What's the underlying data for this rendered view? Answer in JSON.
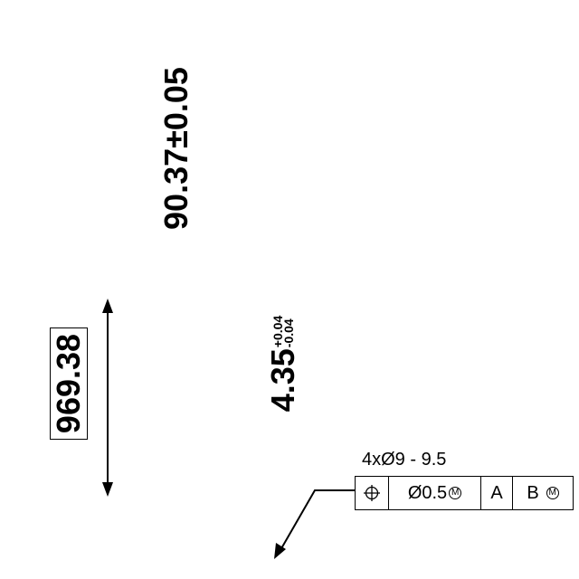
{
  "dimensions": {
    "main": "90.37±0.05",
    "boxed": "969.38",
    "tolerance": {
      "nominal": "4.35",
      "upper": "+0.04",
      "lower": "-0.04"
    }
  },
  "hole_note": "4xØ9 - 9.5",
  "feature_control_frame": {
    "symbol": "position-icon",
    "tolerance": "Ø0.5",
    "tolerance_modifier": "M",
    "datum_a": "A",
    "datum_b": "B",
    "datum_b_modifier": "M"
  }
}
